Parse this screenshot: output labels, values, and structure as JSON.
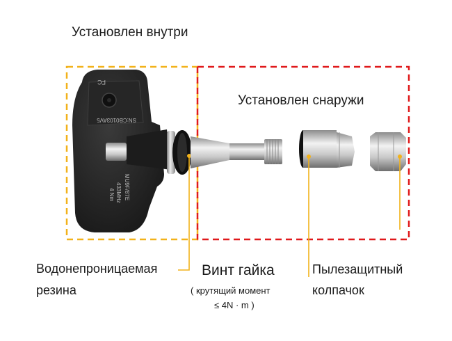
{
  "labels": {
    "installed_inside": "Установлен внутри",
    "installed_outside": "Установлен снаружи",
    "rubber_line1": "Водонепроницаемая",
    "rubber_line2": "резина",
    "screw_nut": "Винт гайка",
    "torque_line1": "( крутящий момент",
    "torque_line2": "≤ 4N · m )",
    "cap_line1": "Пылезащитный",
    "cap_line2": "колпачок"
  },
  "sensor_markings": {
    "serial": "SN:CB0103AV5",
    "model": "MU9F/87E",
    "frequency": "433MHz",
    "torque": "4 Nm",
    "fcc": "FC"
  },
  "colors": {
    "inside_box": "#f2b21b",
    "outside_box": "#e0191b",
    "leader_line": "#f2b21b"
  }
}
